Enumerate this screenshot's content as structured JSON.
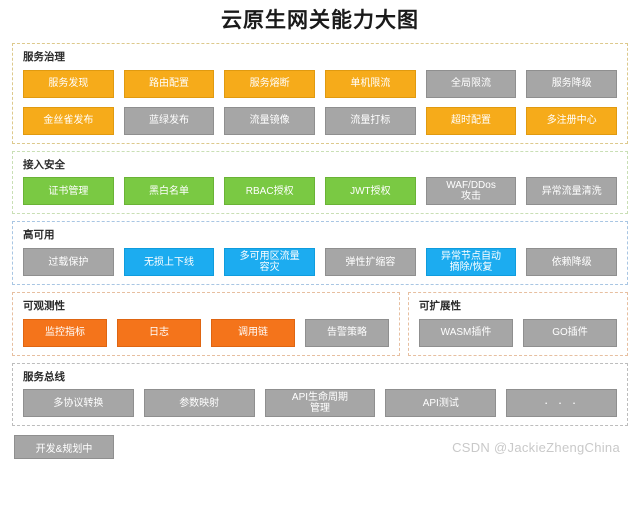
{
  "title": "云原生网关能力大图",
  "sections": [
    {
      "name": "service-governance",
      "title": "服务治理",
      "border": "b-amber",
      "rows": [
        [
          {
            "label": "服务发现",
            "color": "c-amber"
          },
          {
            "label": "路由配置",
            "color": "c-amber"
          },
          {
            "label": "服务熔断",
            "color": "c-amber"
          },
          {
            "label": "单机限流",
            "color": "c-amber"
          },
          {
            "label": "全局限流",
            "color": "c-gray"
          },
          {
            "label": "服务降级",
            "color": "c-gray"
          }
        ],
        [
          {
            "label": "金丝雀发布",
            "color": "c-amber"
          },
          {
            "label": "蓝绿发布",
            "color": "c-gray"
          },
          {
            "label": "流量镜像",
            "color": "c-gray"
          },
          {
            "label": "流量打标",
            "color": "c-gray"
          },
          {
            "label": "超时配置",
            "color": "c-amber"
          },
          {
            "label": "多注册中心",
            "color": "c-amber"
          }
        ]
      ]
    },
    {
      "name": "access-security",
      "title": "接入安全",
      "border": "b-green",
      "rows": [
        [
          {
            "label": "证书管理",
            "color": "c-green"
          },
          {
            "label": "黑白名单",
            "color": "c-green"
          },
          {
            "label": "RBAC授权",
            "color": "c-green"
          },
          {
            "label": "JWT授权",
            "color": "c-green"
          },
          {
            "label": "WAF/DDos\n攻击",
            "color": "c-gray"
          },
          {
            "label": "异常流量清洗",
            "color": "c-gray"
          }
        ]
      ]
    },
    {
      "name": "high-availability",
      "title": "高可用",
      "border": "b-blue",
      "rows": [
        [
          {
            "label": "过载保护",
            "color": "c-gray"
          },
          {
            "label": "无损上下线",
            "color": "c-blue"
          },
          {
            "label": "多可用区流量\n容灾",
            "color": "c-blue"
          },
          {
            "label": "弹性扩缩容",
            "color": "c-gray"
          },
          {
            "label": "异常节点自动\n摘除/恢复",
            "color": "c-blue"
          },
          {
            "label": "依赖降级",
            "color": "c-gray"
          }
        ]
      ]
    },
    {
      "name": "observability",
      "title": "可观测性",
      "border": "b-orange",
      "rows": [
        [
          {
            "label": "监控指标",
            "color": "c-orange"
          },
          {
            "label": "日志",
            "color": "c-orange"
          },
          {
            "label": "调用链",
            "color": "c-orange"
          },
          {
            "label": "告警策略",
            "color": "c-gray"
          }
        ]
      ]
    },
    {
      "name": "extensibility",
      "title": "可扩展性",
      "border": "b-orange",
      "rows": [
        [
          {
            "label": "WASM插件",
            "color": "c-gray"
          },
          {
            "label": "GO插件",
            "color": "c-gray"
          }
        ]
      ]
    },
    {
      "name": "service-bus",
      "title": "服务总线",
      "border": "b-gray",
      "rows": [
        [
          {
            "label": "多协议转换",
            "color": "c-gray"
          },
          {
            "label": "参数映射",
            "color": "c-gray"
          },
          {
            "label": "API生命周期\n管理",
            "color": "c-gray"
          },
          {
            "label": "API测试",
            "color": "c-gray"
          },
          {
            "label": "· · ·",
            "color": "c-gray"
          }
        ]
      ]
    }
  ],
  "legend": {
    "label": "开发&规划中",
    "color": "#a6a6a6"
  },
  "watermark": "CSDN @JackieZhengChina"
}
